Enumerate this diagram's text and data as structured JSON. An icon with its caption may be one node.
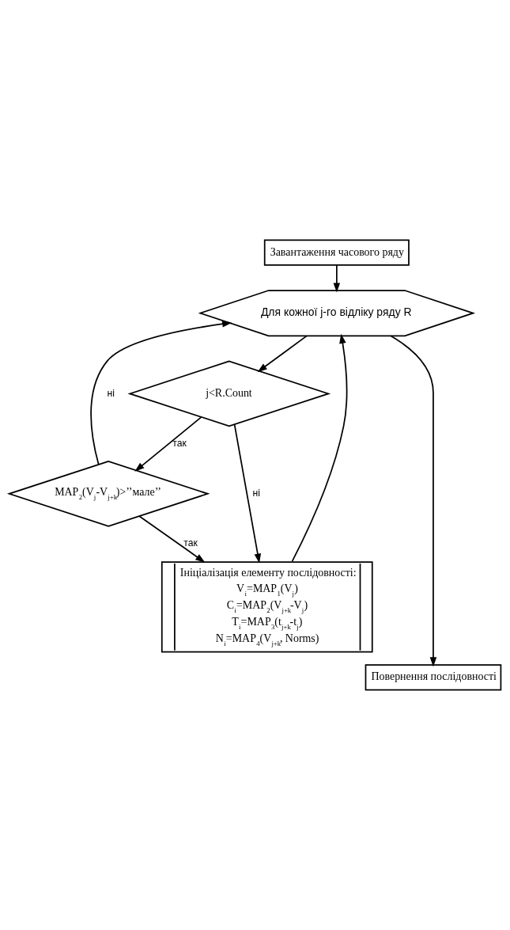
{
  "diagram": {
    "nodes": [
      {
        "text": [
          "Завантаження часового ряду"
        ]
      },
      {
        "text": [
          "Для кожної j-го відліку ряду R"
        ]
      },
      {
        "text": [
          "j<R.Count"
        ]
      },
      {
        "text": [
          "MAP$_{2}$(V$_{j}$-V$_{j+k}$)>’’мале’’"
        ]
      },
      {
        "text": [
          "Ініціалізація елементу послідовності:",
          "V$_{i}$=MAP$_{1}$(V$_{j}$)",
          "C$_{i}$=MAP$_{2}$(V$_{j+k}$-V$_{j}$)",
          "T$_{i}$=MAP$_{3}$(t$_{j+k}$-t$_{j}$)",
          "N$_{i}$=MAP$_{4}$(V$_{j+k}$, Norms)"
        ]
      },
      {
        "text": [
          "Повернення послідовності"
        ]
      }
    ],
    "edges": [
      {
        "from": 0,
        "to": 1,
        "arrow": "to"
      },
      {
        "from": 1,
        "to": 2,
        "arrow": "to"
      },
      {
        "from": 2,
        "to": 3,
        "arrow": "to",
        "label": "так"
      },
      {
        "from": 2,
        "to": 4,
        "arrow": "to",
        "label": "ні"
      },
      {
        "from": 3,
        "to": 4,
        "arrow": "to",
        "label": "так"
      },
      {
        "from": 3,
        "to": 1,
        "arrow": "to",
        "label": "ні"
      },
      {
        "from": 4,
        "to": 1,
        "arrow": "to"
      },
      {
        "from": 1,
        "to": 5,
        "arrow": "to"
      }
    ]
  }
}
